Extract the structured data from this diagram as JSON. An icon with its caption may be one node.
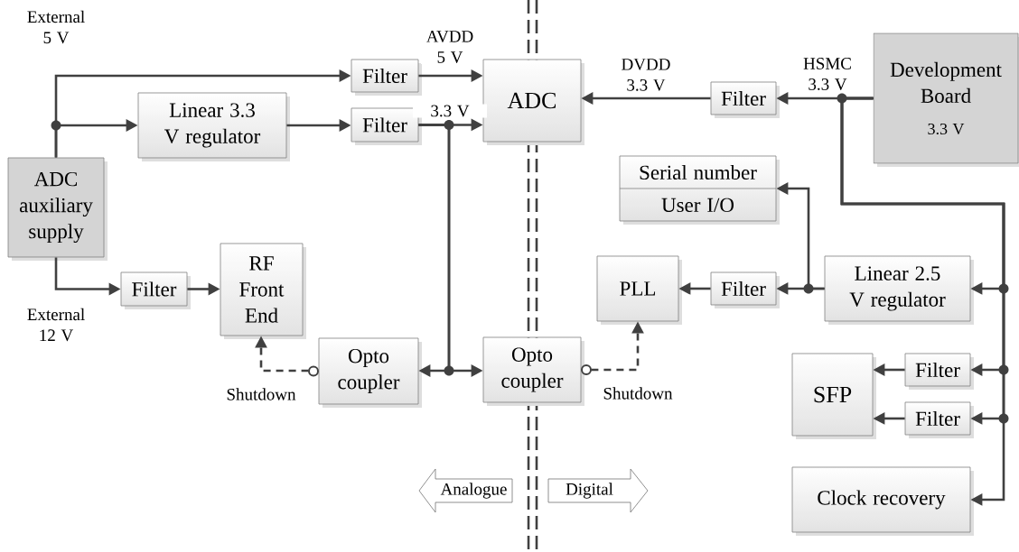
{
  "diagram": {
    "nodes": [
      {
        "text": [
          "ADC auxiliary supply"
        ]
      },
      {
        "text": [
          "Filter"
        ]
      },
      {
        "text": [
          "Linear 3.3 V regulator"
        ]
      },
      {
        "text": [
          "Filter"
        ]
      },
      {
        "text": [
          "ADC"
        ]
      },
      {
        "text": [
          "Filter"
        ]
      },
      {
        "text": [
          "Development Board",
          "3.3 V"
        ]
      },
      {
        "text": [
          "Serial number",
          "User I/O"
        ]
      },
      {
        "text": [
          "Filter"
        ]
      },
      {
        "text": [
          "RF Front End"
        ]
      },
      {
        "text": [
          "Opto coupler"
        ]
      },
      {
        "text": [
          "Opto coupler"
        ]
      },
      {
        "text": [
          "PLL"
        ]
      },
      {
        "text": [
          "Filter"
        ]
      },
      {
        "text": [
          "Linear 2.5 V regulator"
        ]
      },
      {
        "text": [
          "SFP"
        ]
      },
      {
        "text": [
          "Filter"
        ]
      },
      {
        "text": [
          "Filter"
        ]
      },
      {
        "text": [
          "Clock recovery"
        ]
      }
    ],
    "edges": [
      {
        "from": 0,
        "to": 1,
        "arrow": "to",
        "label": "External 5 V"
      },
      {
        "from": 0,
        "to": 2,
        "arrow": "to"
      },
      {
        "from": 1,
        "to": 4,
        "arrow": "to",
        "label": "AVDD 5 V"
      },
      {
        "from": 2,
        "to": 3,
        "arrow": "to"
      },
      {
        "from": 3,
        "to": 4,
        "arrow": "to",
        "label": "3.3 V"
      },
      {
        "from": 3,
        "to": 10,
        "arrow": "to"
      },
      {
        "from": 3,
        "to": 11,
        "arrow": "to"
      },
      {
        "from": 5,
        "to": 4,
        "arrow": "to",
        "label": "DVDD 3.3 V"
      },
      {
        "from": 6,
        "to": 5,
        "arrow": "to",
        "label": "HSMC 3.3 V"
      },
      {
        "from": 6,
        "to": 14,
        "arrow": "to"
      },
      {
        "from": 6,
        "to": 16,
        "arrow": "to"
      },
      {
        "from": 6,
        "to": 17,
        "arrow": "to"
      },
      {
        "from": 6,
        "to": 18,
        "arrow": "to"
      },
      {
        "from": 14,
        "to": 13,
        "arrow": "to"
      },
      {
        "from": 14,
        "to": 7,
        "arrow": "to"
      },
      {
        "from": 13,
        "to": 12,
        "arrow": "to"
      },
      {
        "from": 0,
        "to": 8,
        "arrow": "to",
        "label": "External 12 V"
      },
      {
        "from": 8,
        "to": 9,
        "arrow": "to"
      },
      {
        "from": 10,
        "to": 9,
        "arrow": "to",
        "style": "dashed",
        "label": "Shutdown"
      },
      {
        "from": 11,
        "to": 12,
        "arrow": "to",
        "style": "dashed",
        "label": "Shutdown"
      },
      {
        "from": 16,
        "to": 15,
        "arrow": "to"
      },
      {
        "from": 17,
        "to": 15,
        "arrow": "to"
      }
    ],
    "labels": [
      "Analogue",
      "Digital"
    ]
  }
}
